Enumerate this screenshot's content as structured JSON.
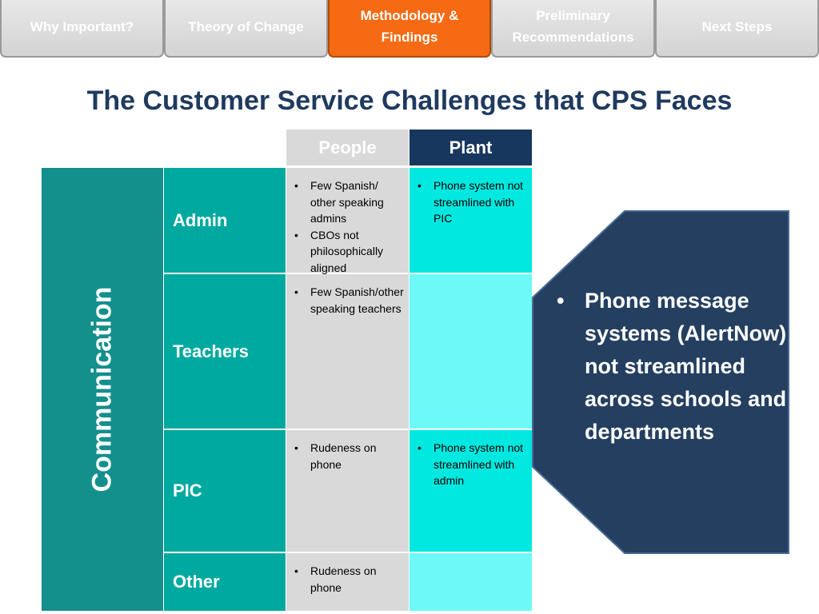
{
  "nav": {
    "tabs": [
      {
        "label": "Why Important?",
        "active": false
      },
      {
        "label": "Theory of Change",
        "active": false
      },
      {
        "label": "Methodology & Findings",
        "active": true
      },
      {
        "label": "Preliminary Recommendations",
        "active": false
      },
      {
        "label": "Next Steps",
        "active": false
      }
    ]
  },
  "title": "The Customer Service Challenges that CPS Faces",
  "table": {
    "columns": [
      "People",
      "Plant"
    ],
    "group_label": "Communication",
    "rows": [
      {
        "label": "Admin",
        "people": [
          "Few Spanish/ other speaking admins",
          "CBOs not philosophically aligned"
        ],
        "plant": [
          "Phone system not streamlined with PIC"
        ]
      },
      {
        "label": "Teachers",
        "people": [
          "Few Spanish/other speaking teachers"
        ],
        "plant": []
      },
      {
        "label": "PIC",
        "people": [
          "Rudeness on phone"
        ],
        "plant": [
          "Phone system not streamlined with admin"
        ]
      },
      {
        "label": "Other",
        "people": [
          "Rudeness on phone"
        ],
        "plant": []
      }
    ]
  },
  "callout": {
    "bullets": [
      "Phone message systems (AlertNow) not streamlined across schools and departments"
    ]
  },
  "colors": {
    "title": "#1f3a5f",
    "active_tab": "#f56a13",
    "inactive_tab": "#d3d3d3",
    "communication": "#138f8c",
    "row_label": "#00a99f",
    "people_cell": "#d9d9d9",
    "plant_header": "#17375e",
    "plant_cell_bright": "#00e8e0",
    "plant_cell_light": "#6df9f7",
    "callout": "#243f60"
  }
}
